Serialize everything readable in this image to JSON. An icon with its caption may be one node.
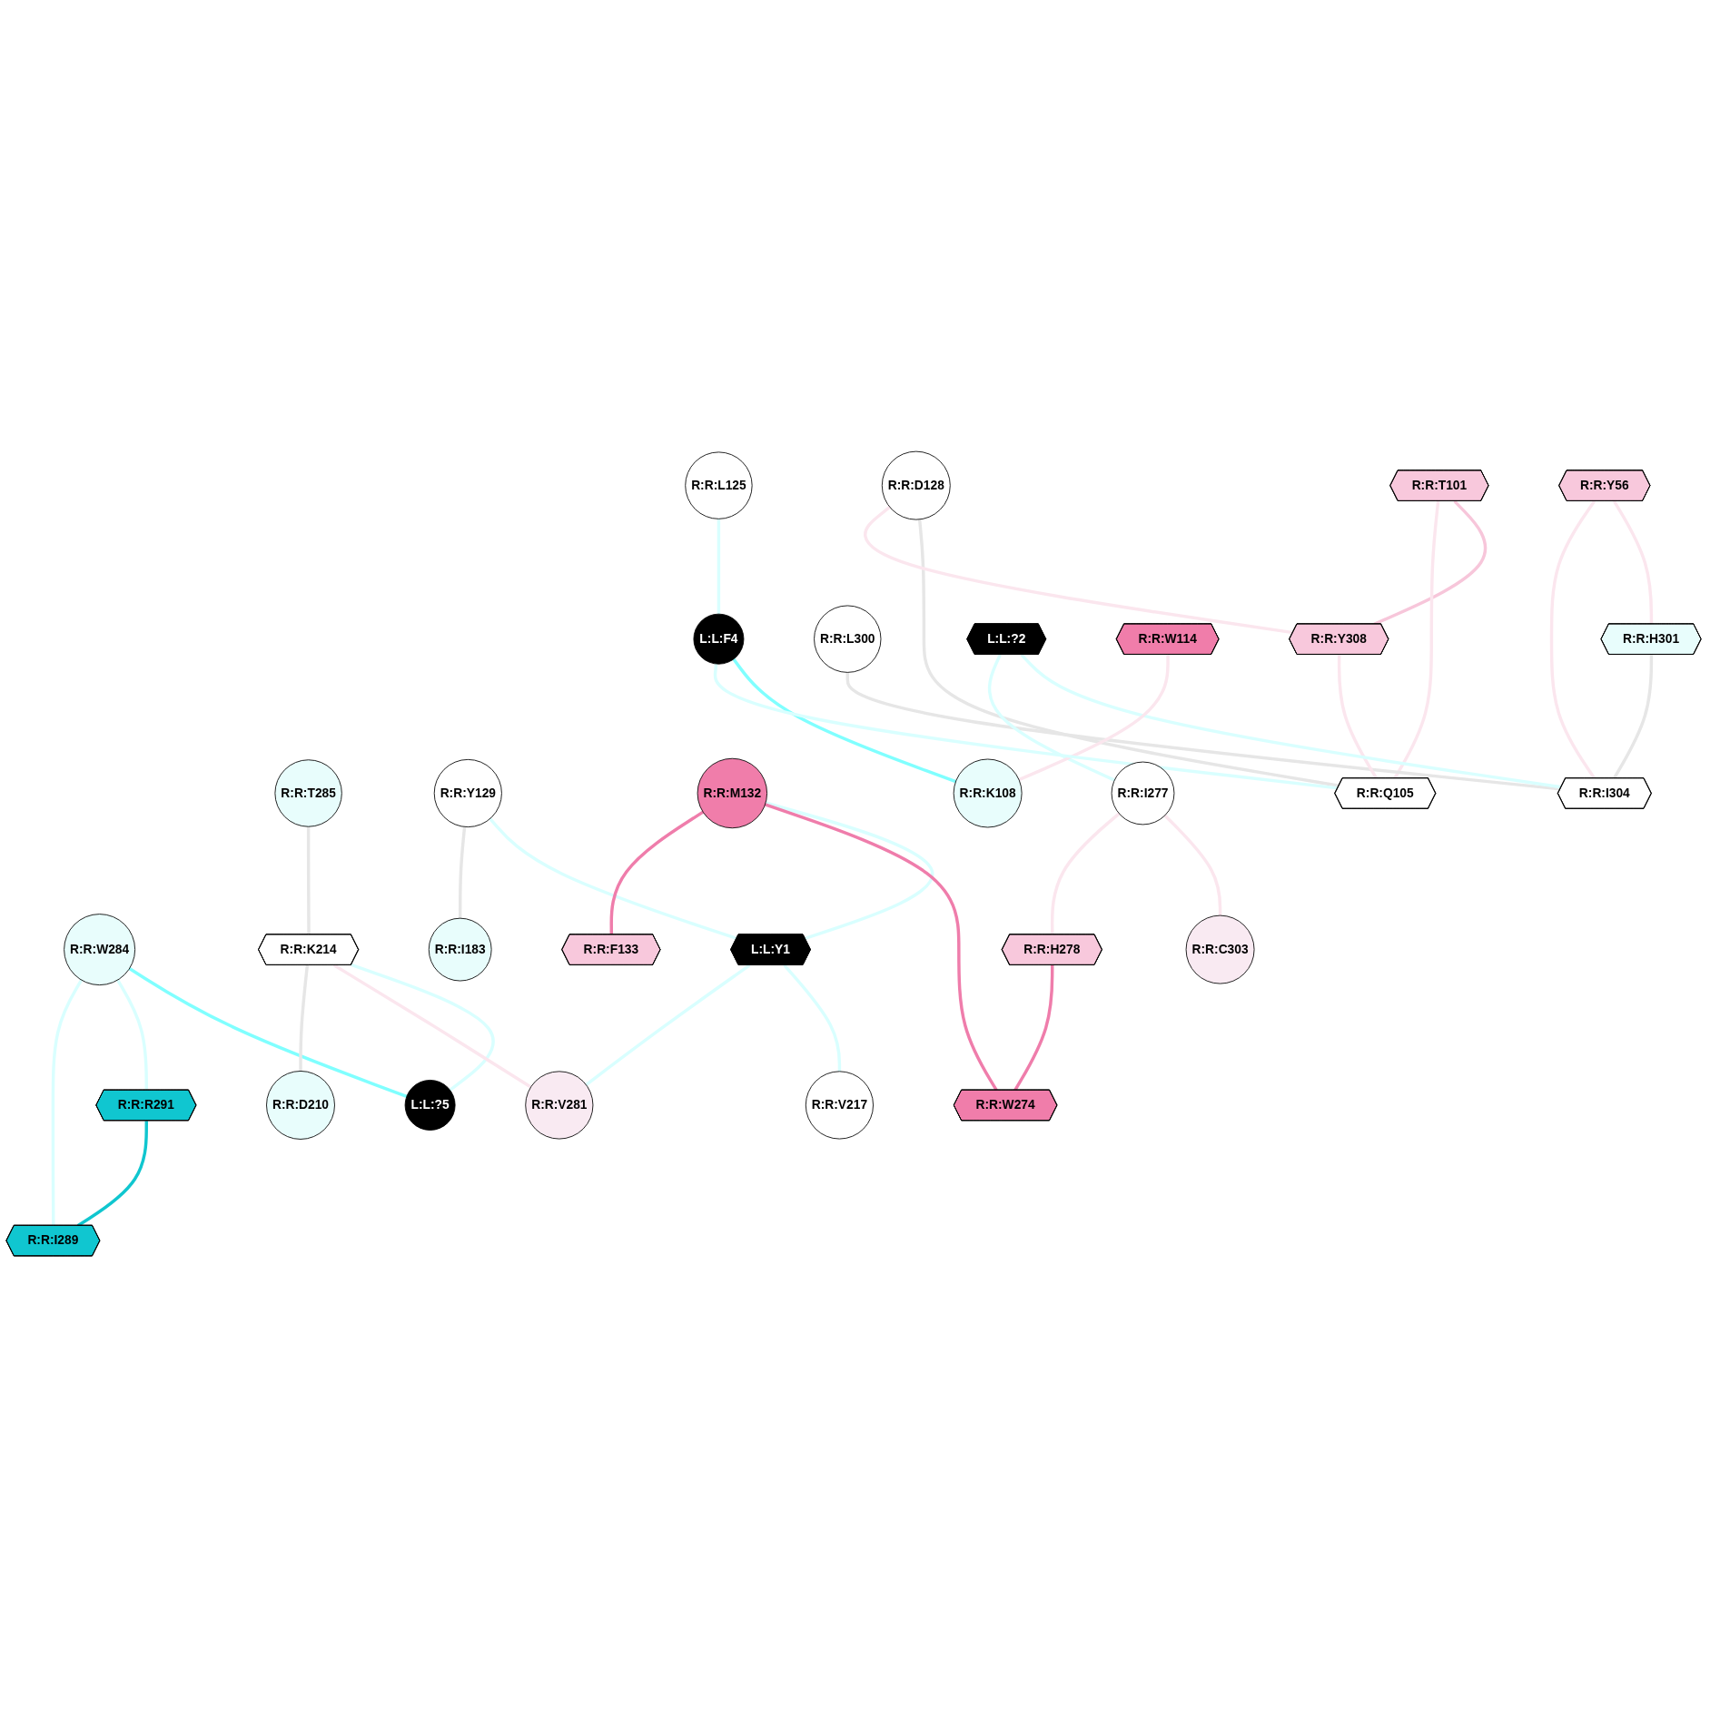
{
  "diagram": {
    "nodes": [
      {
        "text": [
          "R:R:Y56"
        ]
      },
      {
        "text": [
          "R:R:T101"
        ]
      },
      {
        "text": [
          "R:R:T285"
        ]
      },
      {
        "text": [
          "R:R:H301"
        ]
      },
      {
        "text": [
          "R:R:D128"
        ]
      },
      {
        "text": [
          "R:R:Y129"
        ]
      },
      {
        "text": [
          "R:R:W284"
        ]
      },
      {
        "text": [
          "R:R:M132"
        ]
      },
      {
        "text": [
          "R:R:L300"
        ]
      },
      {
        "text": [
          "R:R:Y308"
        ]
      },
      {
        "text": [
          "R:R:K214"
        ]
      },
      {
        "text": [
          "L:L:Y1"
        ]
      },
      {
        "text": [
          "R:R:V217"
        ]
      },
      {
        "text": [
          "R:R:R291"
        ]
      },
      {
        "text": [
          "L:L:?5"
        ]
      },
      {
        "text": [
          "L:L:?2"
        ]
      },
      {
        "text": [
          "R:R:W114"
        ]
      },
      {
        "text": [
          "R:R:L125"
        ]
      },
      {
        "text": [
          "R:R:V281"
        ]
      },
      {
        "text": [
          "L:L:F4"
        ]
      },
      {
        "text": [
          "R:R:I289"
        ]
      },
      {
        "text": [
          "R:R:K108"
        ]
      },
      {
        "text": [
          "R:R:I277"
        ]
      },
      {
        "text": [
          "R:R:I183"
        ]
      },
      {
        "text": [
          "R:R:Q105"
        ]
      },
      {
        "text": [
          "R:R:I304"
        ]
      },
      {
        "text": [
          "R:R:C303"
        ]
      },
      {
        "text": [
          "R:R:F133"
        ]
      },
      {
        "text": [
          "R:R:H278"
        ]
      },
      {
        "text": [
          "R:R:W274"
        ]
      },
      {
        "text": [
          "R:R:D210"
        ]
      }
    ],
    "edges": [
      {
        "from": 0,
        "to": 3,
        "arrow": "none",
        "color": "#fbe6ee"
      },
      {
        "from": 0,
        "to": 25,
        "arrow": "none",
        "color": "#fbe6ee"
      },
      {
        "from": 1,
        "to": 9,
        "arrow": "none",
        "color": "#f7c6da"
      },
      {
        "from": 1,
        "to": 24,
        "arrow": "none",
        "color": "#fbe6ee"
      },
      {
        "from": 2,
        "to": 10,
        "arrow": "none",
        "color": "#e6e6e6"
      },
      {
        "from": 3,
        "to": 25,
        "arrow": "none",
        "color": "#e6e6e6"
      },
      {
        "from": 4,
        "to": 24,
        "arrow": "none",
        "color": "#e6e6e6"
      },
      {
        "from": 4,
        "to": 9,
        "arrow": "none",
        "color": "#fbe6ee"
      },
      {
        "from": 5,
        "to": 11,
        "arrow": "none",
        "color": "#d9ffff"
      },
      {
        "from": 5,
        "to": 23,
        "arrow": "none",
        "color": "#e6e6e6"
      },
      {
        "from": 6,
        "to": 14,
        "arrow": "none",
        "color": "#80ffff"
      },
      {
        "from": 6,
        "to": 13,
        "arrow": "none",
        "color": "#d9ffff"
      },
      {
        "from": 6,
        "to": 20,
        "arrow": "none",
        "color": "#d9ffff"
      },
      {
        "from": 7,
        "to": 11,
        "arrow": "none",
        "color": "#d9ffff"
      },
      {
        "from": 7,
        "to": 29,
        "arrow": "none",
        "color": "#ef7dab"
      },
      {
        "from": 7,
        "to": 27,
        "arrow": "none",
        "color": "#ef7dab"
      },
      {
        "from": 8,
        "to": 25,
        "arrow": "none",
        "color": "#e6e6e6"
      },
      {
        "from": 9,
        "to": 24,
        "arrow": "none",
        "color": "#fbe6ee"
      },
      {
        "from": 10,
        "to": 14,
        "arrow": "none",
        "color": "#d9ffff"
      },
      {
        "from": 10,
        "to": 18,
        "arrow": "none",
        "color": "#fbe6ee"
      },
      {
        "from": 10,
        "to": 30,
        "arrow": "none",
        "color": "#e6e6e6"
      },
      {
        "from": 11,
        "to": 12,
        "arrow": "none",
        "color": "#d9ffff"
      },
      {
        "from": 11,
        "to": 18,
        "arrow": "none",
        "color": "#d9ffff"
      },
      {
        "from": 13,
        "to": 20,
        "arrow": "none",
        "color": "#10c6cf"
      },
      {
        "from": 15,
        "to": 25,
        "arrow": "none",
        "color": "#d9ffff"
      },
      {
        "from": 15,
        "to": 22,
        "arrow": "none",
        "color": "#d9ffff"
      },
      {
        "from": 16,
        "to": 21,
        "arrow": "none",
        "color": "#fbe6ee"
      },
      {
        "from": 17,
        "to": 19,
        "arrow": "none",
        "color": "#d9ffff"
      },
      {
        "from": 19,
        "to": 21,
        "arrow": "none",
        "color": "#80ffff"
      },
      {
        "from": 19,
        "to": 24,
        "arrow": "none",
        "color": "#d9ffff"
      },
      {
        "from": 22,
        "to": 26,
        "arrow": "none",
        "color": "#fbe6ee"
      },
      {
        "from": 22,
        "to": 28,
        "arrow": "none",
        "color": "#fbe6ee"
      },
      {
        "from": 28,
        "to": 29,
        "arrow": "none",
        "color": "#ef7dab"
      }
    ]
  }
}
